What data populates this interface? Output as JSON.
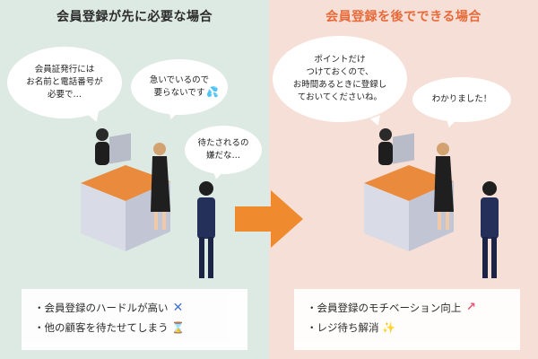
{
  "left": {
    "heading": "会員登録が先に必要な場合",
    "bubbles": [
      "会員証発行には\nお名前と電話番号が\n必要で…",
      "急いでいるので\n要らないです",
      "待たされるの\n嫌だな…"
    ],
    "summary": [
      "・会員登録のハードルが高い",
      "・他の顧客を待たせてしまう"
    ]
  },
  "right": {
    "heading": "会員登録を後でできる場合",
    "bubbles": [
      "ポイントだけ\nつけておくので、\nお時間あるときに登録し\nておいてくださいね。",
      "わかりました！"
    ],
    "summary": [
      "・会員登録のモチベーション向上",
      "・レジ待ち解消"
    ]
  },
  "colors": {
    "left_bg": "#dde9e3",
    "right_bg": "#f6dfd6",
    "accent": "#ef8a2e",
    "heading_right": "#e86a3a"
  }
}
